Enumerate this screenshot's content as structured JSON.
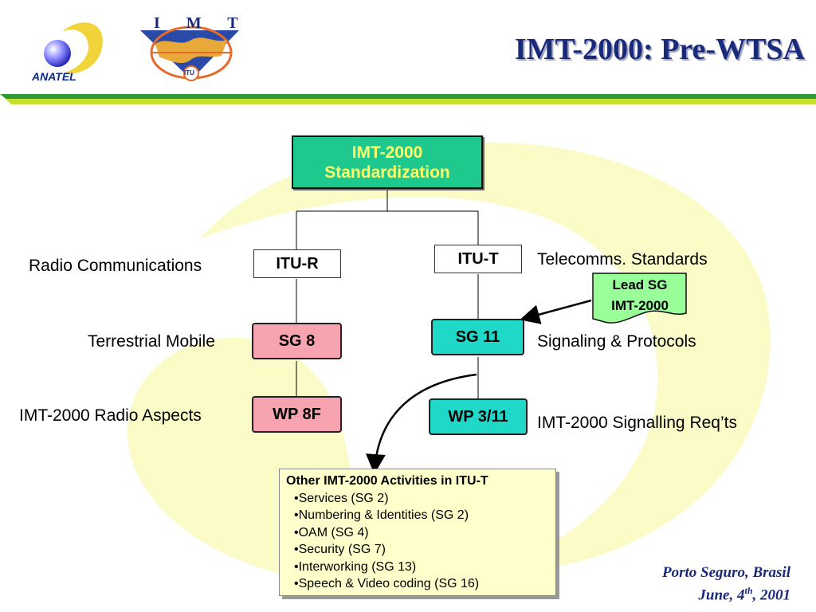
{
  "header": {
    "title": "IMT-2000: Pre-WTSA",
    "anatel_logo_text": "ANATEL",
    "imt_logo_text": "I M T",
    "itu_logo_text": "ITU"
  },
  "diagram": {
    "root": {
      "line1": "IMT-2000",
      "line2": "Standardization"
    },
    "itu_r": {
      "label": "ITU-R",
      "description": "Radio Communications"
    },
    "itu_t": {
      "label": "ITU-T",
      "description": "Telecomms. Standards"
    },
    "sg8": {
      "label": "SG 8",
      "description": "Terrestrial Mobile"
    },
    "wp8f": {
      "label": "WP 8F",
      "description": "IMT-2000 Radio Aspects"
    },
    "sg11": {
      "label": "SG 11",
      "description": "Signaling & Protocols"
    },
    "wp311": {
      "label": "WP 3/11",
      "description": "IMT-2000 Signalling Req’ts"
    },
    "lead_note": {
      "line1": "Lead SG",
      "line2": "IMT-2000"
    },
    "activities": {
      "title": "Other IMT-2000 Activities in ITU-T",
      "items": [
        "Services (SG 2)",
        "Numbering & Identities (SG 2)",
        "OAM (SG 4)",
        "Security (SG 7)",
        "Interworking (SG 13)",
        "Speech & Video coding (SG 16)"
      ]
    }
  },
  "footer": {
    "location": "Porto Seguro, Brasil",
    "date_prefix": "June, 4",
    "date_sup": "th",
    "date_suffix": ", 2001"
  },
  "colors": {
    "title": "#1a2a7a",
    "root_fill": "#1fc98e",
    "root_text": "#ffff66",
    "itu_r_fill": "#f7a3b0",
    "itu_t_fill": "#20d8c8",
    "note_fill": "#99ff99",
    "activities_fill": "#ffffcc",
    "background_swirl": "#fbfbc8",
    "header_bar": "#3aa83a"
  }
}
